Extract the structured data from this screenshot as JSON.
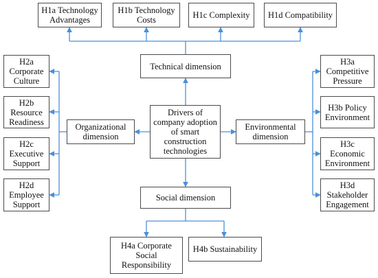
{
  "center": "Drivers of\ncompany adoption\nof smart\nconstruction\ntechnologies",
  "technical": {
    "label": "Technical dimension",
    "items": [
      "H1a Technology\nAdvantages",
      "H1b Technology\nCosts",
      "H1c Complexity",
      "H1d Compatibility"
    ]
  },
  "organizational": {
    "label": "Organizational\ndimension",
    "items": [
      "H2a\nCorporate\nCulture",
      "H2b\nResource\nReadiness",
      "H2c\nExecutive\nSupport",
      "H2d\nEmployee\nSupport"
    ]
  },
  "environmental": {
    "label": "Environmental\ndimension",
    "items": [
      "H3a\nCompetitive\nPressure",
      "H3b Policy\nEnvironment",
      "H3c\nEconomic\nEnvironment",
      "H3d\nStakeholder\nEngagement"
    ]
  },
  "social": {
    "label": "Social dimension",
    "items": [
      "H4a Corporate\nSocial\nResponsibility",
      "H4b Sustainability"
    ]
  },
  "colors": {
    "line": "#4a90d9",
    "border": "#4a4a4a"
  }
}
